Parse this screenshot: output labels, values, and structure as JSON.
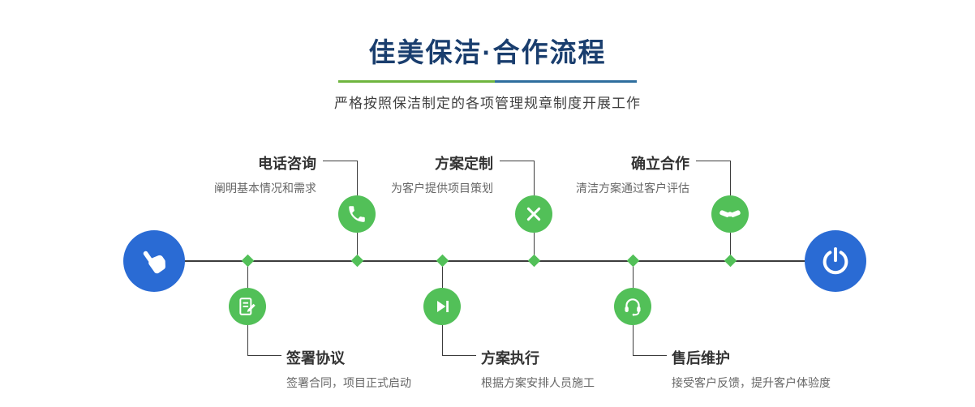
{
  "header": {
    "title": "佳美保洁·合作流程",
    "subtitle": "严格按照保洁制定的各项管理规章制度开展工作"
  },
  "steps": {
    "top": [
      {
        "title": "电话咨询",
        "desc": "阐明基本情况和需求",
        "icon": "phone-icon"
      },
      {
        "title": "方案定制",
        "desc": "为客户提供项目策划",
        "icon": "design-tools-icon"
      },
      {
        "title": "确立合作",
        "desc": "清洁方案通过客户评估",
        "icon": "handshake-icon"
      }
    ],
    "bottom": [
      {
        "title": "签署协议",
        "desc": "签署合同，项目正式启动",
        "icon": "contract-icon"
      },
      {
        "title": "方案执行",
        "desc": "根据方案安排人员施工",
        "icon": "execute-play-icon"
      },
      {
        "title": "售后维护",
        "desc": "接受客户反馈，提升客户体验度",
        "icon": "headset-icon"
      }
    ]
  },
  "endpoints": {
    "start_icon": "pointing-hand-icon",
    "end_icon": "power-icon"
  },
  "colors": {
    "title_navy": "#1a3e6e",
    "green": "#52c058",
    "blue": "#2a6bd4",
    "line": "#3c3c3c",
    "divider_green": "#6fb53f",
    "divider_blue": "#2e6e9e"
  }
}
